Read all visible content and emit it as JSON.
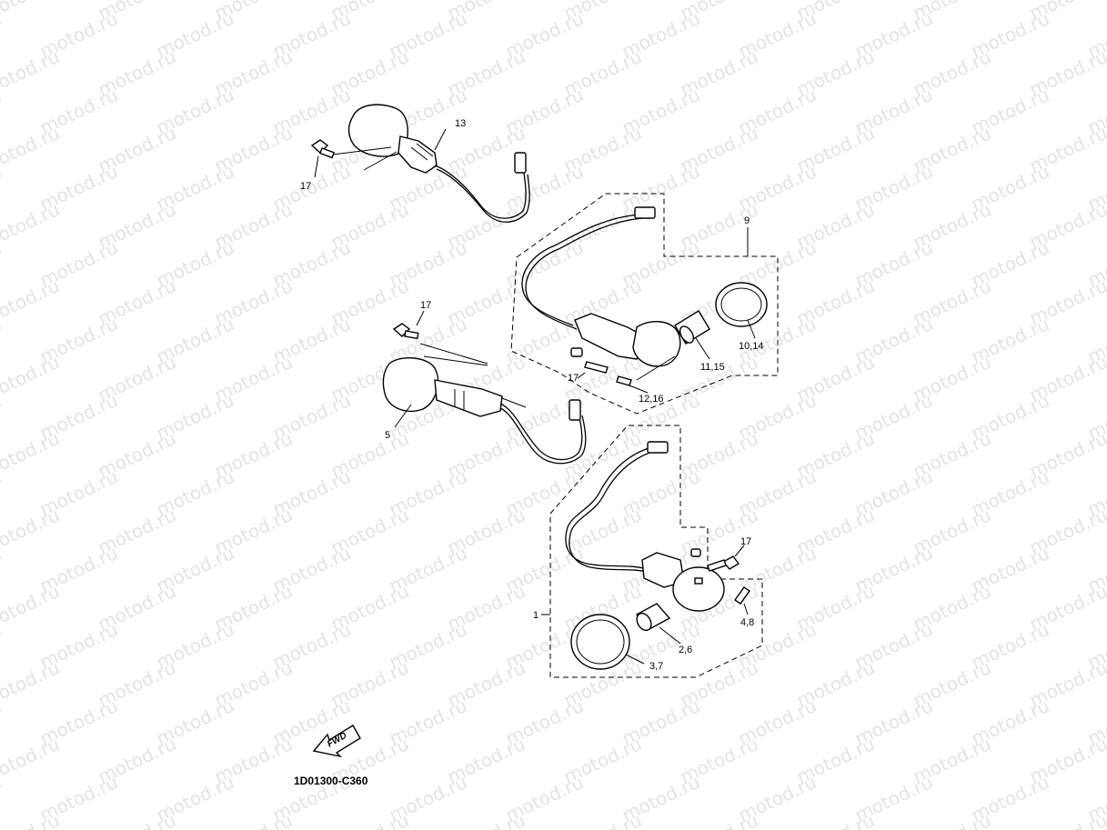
{
  "watermark": {
    "text": "motod.ru"
  },
  "diagram": {
    "code": "1D01300-C360",
    "fwd_label": "FWD",
    "callouts": {
      "c13": "13",
      "c17a": "17",
      "c9": "9",
      "c17b": "17",
      "c10_14": "10,14",
      "c11_15": "11,15",
      "c17c": "17",
      "c12_16": "12,16",
      "c5": "5",
      "c17d": "17",
      "c1": "1",
      "c4_8": "4,8",
      "c2_6": "2,6",
      "c3_7": "3,7"
    }
  }
}
